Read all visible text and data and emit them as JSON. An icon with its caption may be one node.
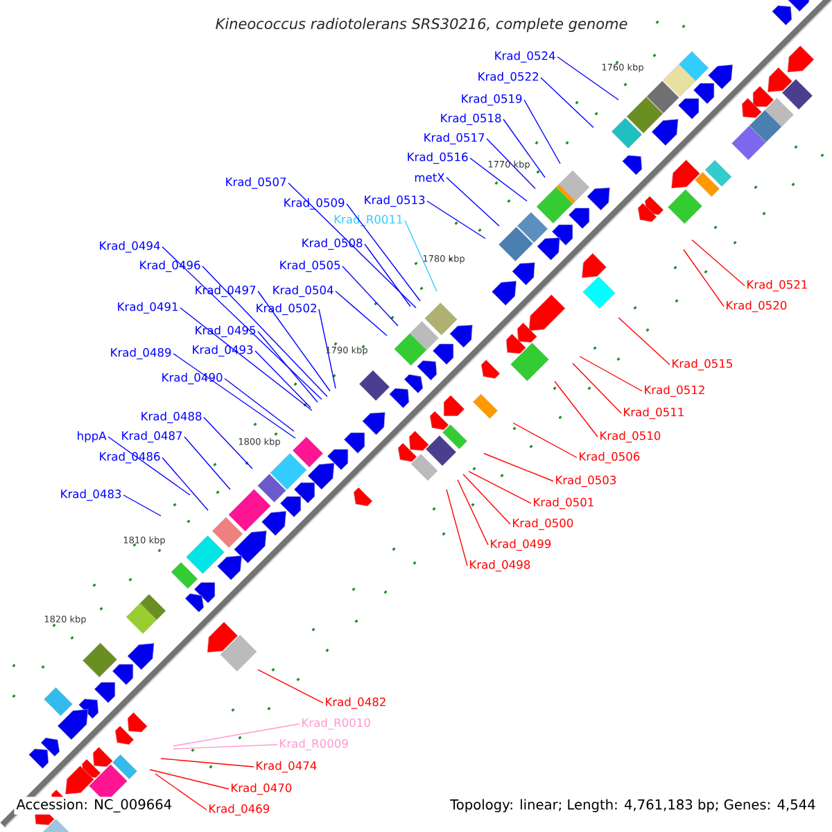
{
  "diagram": {
    "title": "Kineococcus radiotolerans SRS30216, complete genome",
    "nodes": [
      {
        "text": [
          "Krad_0524"
        ]
      },
      {
        "text": [
          "Krad_0522"
        ]
      },
      {
        "text": [
          "Krad_0519"
        ]
      },
      {
        "text": [
          "Krad_0518"
        ]
      },
      {
        "text": [
          "Krad_0517"
        ]
      },
      {
        "text": [
          "Krad_0516"
        ]
      },
      {
        "text": [
          "metX"
        ]
      },
      {
        "text": [
          "Krad_0507"
        ]
      },
      {
        "text": [
          "Krad_0509"
        ]
      },
      {
        "text": [
          "Krad_0513"
        ]
      },
      {
        "text": [
          "Krad_R0011"
        ]
      },
      {
        "text": [
          "Krad_0508"
        ]
      },
      {
        "text": [
          "Krad_0494"
        ]
      },
      {
        "text": [
          "Krad_0496"
        ]
      },
      {
        "text": [
          "Krad_0505"
        ]
      },
      {
        "text": [
          "Krad_0497"
        ]
      },
      {
        "text": [
          "Krad_0504"
        ]
      },
      {
        "text": [
          "Krad_0491"
        ]
      },
      {
        "text": [
          "Krad_0502"
        ]
      },
      {
        "text": [
          "Krad_0495"
        ]
      },
      {
        "text": [
          "Krad_0493"
        ]
      },
      {
        "text": [
          "Krad_0489"
        ]
      },
      {
        "text": [
          "Krad_0490"
        ]
      },
      {
        "text": [
          "Krad_0488"
        ]
      },
      {
        "text": [
          "hppA"
        ]
      },
      {
        "text": [
          "Krad_0487"
        ]
      },
      {
        "text": [
          "Krad_0486"
        ]
      },
      {
        "text": [
          "Krad_0483"
        ]
      },
      {
        "text": [
          "Krad_0521"
        ]
      },
      {
        "text": [
          "Krad_0520"
        ]
      },
      {
        "text": [
          "Krad_0515"
        ]
      },
      {
        "text": [
          "Krad_0512"
        ]
      },
      {
        "text": [
          "Krad_0511"
        ]
      },
      {
        "text": [
          "Krad_0510"
        ]
      },
      {
        "text": [
          "Krad_0506"
        ]
      },
      {
        "text": [
          "Krad_0503"
        ]
      },
      {
        "text": [
          "Krad_0501"
        ]
      },
      {
        "text": [
          "Krad_0500"
        ]
      },
      {
        "text": [
          "Krad_0499"
        ]
      },
      {
        "text": [
          "Krad_0498"
        ]
      },
      {
        "text": [
          "Krad_0482"
        ]
      },
      {
        "text": [
          "Krad_R0010"
        ]
      },
      {
        "text": [
          "Krad_R0009"
        ]
      },
      {
        "text": [
          "Krad_0474"
        ]
      },
      {
        "text": [
          "Krad_0470"
        ]
      },
      {
        "text": [
          "Krad_0469"
        ]
      }
    ],
    "edges": [
      {
        "from": 0,
        "to": null,
        "arrow": "none"
      },
      {
        "from": 1,
        "to": null,
        "arrow": "none"
      },
      {
        "from": 2,
        "to": null,
        "arrow": "none"
      },
      {
        "from": 3,
        "to": null,
        "arrow": "none"
      },
      {
        "from": 4,
        "to": null,
        "arrow": "none"
      },
      {
        "from": 5,
        "to": null,
        "arrow": "none"
      },
      {
        "from": 6,
        "to": null,
        "arrow": "none"
      },
      {
        "from": 7,
        "to": null,
        "arrow": "none"
      },
      {
        "from": 8,
        "to": null,
        "arrow": "none"
      },
      {
        "from": 9,
        "to": null,
        "arrow": "none"
      },
      {
        "from": 10,
        "to": null,
        "arrow": "none",
        "color": "#33ccff"
      },
      {
        "from": 11,
        "to": null,
        "arrow": "none"
      },
      {
        "from": 12,
        "to": null,
        "arrow": "none"
      },
      {
        "from": 13,
        "to": null,
        "arrow": "none"
      },
      {
        "from": 14,
        "to": null,
        "arrow": "none"
      },
      {
        "from": 15,
        "to": null,
        "arrow": "none"
      },
      {
        "from": 16,
        "to": null,
        "arrow": "none"
      },
      {
        "from": 17,
        "to": null,
        "arrow": "none"
      },
      {
        "from": 18,
        "to": null,
        "arrow": "none"
      },
      {
        "from": 19,
        "to": null,
        "arrow": "none"
      },
      {
        "from": 20,
        "to": null,
        "arrow": "none"
      },
      {
        "from": 21,
        "to": null,
        "arrow": "none"
      },
      {
        "from": 22,
        "to": null,
        "arrow": "none"
      },
      {
        "from": 23,
        "to": null,
        "arrow": "none"
      },
      {
        "from": 24,
        "to": null,
        "arrow": "none"
      },
      {
        "from": 25,
        "to": null,
        "arrow": "none"
      },
      {
        "from": 26,
        "to": null,
        "arrow": "none"
      },
      {
        "from": 27,
        "to": null,
        "arrow": "none"
      },
      {
        "from": 28,
        "to": null,
        "arrow": "none",
        "color": "#ff0000"
      },
      {
        "from": 29,
        "to": null,
        "arrow": "none",
        "color": "#ff0000"
      },
      {
        "from": 30,
        "to": null,
        "arrow": "none",
        "color": "#ff0000"
      },
      {
        "from": 31,
        "to": null,
        "arrow": "none",
        "color": "#ff0000"
      },
      {
        "from": 32,
        "to": null,
        "arrow": "none",
        "color": "#ff0000"
      },
      {
        "from": 33,
        "to": null,
        "arrow": "none",
        "color": "#ff0000"
      },
      {
        "from": 34,
        "to": null,
        "arrow": "none",
        "color": "#ff0000"
      },
      {
        "from": 35,
        "to": null,
        "arrow": "none",
        "color": "#ff0000"
      },
      {
        "from": 36,
        "to": null,
        "arrow": "none",
        "color": "#ff0000"
      },
      {
        "from": 37,
        "to": null,
        "arrow": "none",
        "color": "#ff0000"
      },
      {
        "from": 38,
        "to": null,
        "arrow": "none",
        "color": "#ff0000"
      },
      {
        "from": 39,
        "to": null,
        "arrow": "none",
        "color": "#ff0000"
      },
      {
        "from": 40,
        "to": null,
        "arrow": "none",
        "color": "#ff0000"
      },
      {
        "from": 41,
        "to": null,
        "arrow": "none",
        "color": "#ff99cc"
      },
      {
        "from": 42,
        "to": null,
        "arrow": "none",
        "color": "#ff99cc"
      },
      {
        "from": 43,
        "to": null,
        "arrow": "none",
        "color": "#ff0000"
      },
      {
        "from": 44,
        "to": null,
        "arrow": "none",
        "color": "#ff0000"
      },
      {
        "from": 45,
        "to": null,
        "arrow": "none",
        "color": "#ff0000"
      }
    ],
    "labels": [
      "1760 kbp",
      "1770 kbp",
      "1780 kbp",
      "1790 kbp",
      "1800 kbp",
      "1810 kbp",
      "1820 kbp",
      "Accession: NC_009664",
      "Topology: linear; Length: 4,761,183 bp; Genes: 4,544"
    ]
  }
}
